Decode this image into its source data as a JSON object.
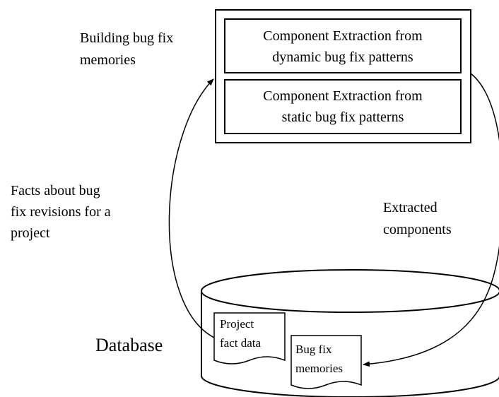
{
  "labels": {
    "building_memories": [
      "Building bug fix",
      "memories"
    ],
    "facts": [
      "Facts about bug",
      "fix revisions for a",
      "project"
    ],
    "extracted": [
      "Extracted",
      "components"
    ],
    "database": "Database"
  },
  "boxes": {
    "dynamic": [
      "Component Extraction from",
      "dynamic bug fix patterns"
    ],
    "static": [
      "Component Extraction from",
      "static bug fix patterns"
    ]
  },
  "documents": {
    "project_fact": [
      "Project",
      "fact data"
    ],
    "bug_fix_memories": [
      "Bug fix",
      "memories"
    ]
  }
}
